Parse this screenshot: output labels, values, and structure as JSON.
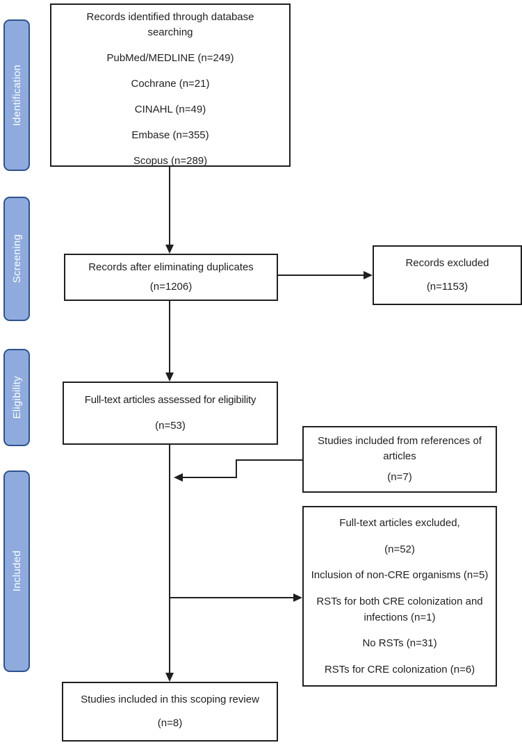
{
  "diagram": {
    "kind": "PRISMA scoping review flow diagram",
    "colors": {
      "stage_fill": "#8FAADC",
      "stage_border": "#2E528F",
      "stage_text": "#FFFFFF",
      "box_border": "#1F1F1F",
      "text": "#1F1F1F",
      "background": "#FFFFFF"
    }
  },
  "sidebar": {
    "stages": [
      {
        "label": "Identification"
      },
      {
        "label": "Screening"
      },
      {
        "label": "Eligibility"
      },
      {
        "label": "Included"
      }
    ]
  },
  "boxes": {
    "identified": {
      "title": "Records identified through database searching",
      "sources": [
        "PubMed/MEDLINE (n=249)",
        "Cochrane (n=21)",
        "CINAHL (n=49)",
        "Embase (n=355)",
        "Scopus (n=289)"
      ]
    },
    "deduplicated": {
      "line1": "Records after eliminating duplicates",
      "count": "(n=1206)"
    },
    "records_excluded": {
      "line1": "Records excluded",
      "count": "(n=1153)"
    },
    "fulltext_assessed": {
      "line1": "Full-text articles assessed for eligibility",
      "count": "(n=53)"
    },
    "references_included": {
      "title": "Studies included from references of articles",
      "count": "(n=7)"
    },
    "fulltext_excluded": {
      "title": "Full-text articles excluded,",
      "count": "(n=52)",
      "reasons": [
        "Inclusion of non-CRE organisms (n=5)",
        "RSTs for both CRE colonization and infections (n=1)",
        "No RSTs (n=31)",
        "RSTs for CRE colonization (n=6)"
      ]
    },
    "included_review": {
      "line1": "Studies included in this scoping review",
      "count": "(n=8)"
    }
  }
}
